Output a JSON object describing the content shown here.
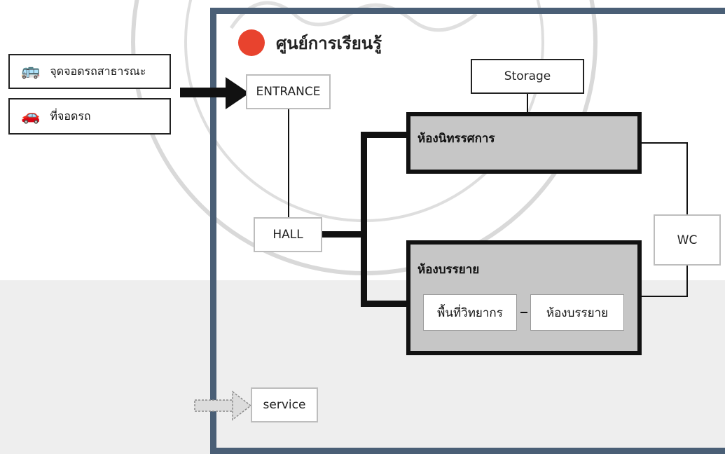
{
  "title": "ศูนย์การเรียนรู้",
  "legend": [
    {
      "icon": "bus-icon",
      "glyph": "🚌",
      "label": "จุดจอดรถสาธารณะ"
    },
    {
      "icon": "car-icon",
      "glyph": "🚗",
      "label": "ที่จอดรถ"
    }
  ],
  "nodes": {
    "entrance": "ENTRANCE",
    "storage": "Storage",
    "hall": "HALL",
    "wc": "WC",
    "service": "service",
    "exhibition_room": "ห้องนิทรรศการ",
    "lecture_room": "ห้องบรรยาย",
    "speaker_area": "พื้นที่วิทยากร",
    "lecture_sub": "ห้องบรรยาย"
  },
  "colors": {
    "title_dot": "#e8432e",
    "zone_border": "#4a5f76",
    "room_fill": "#c6c6c6"
  }
}
